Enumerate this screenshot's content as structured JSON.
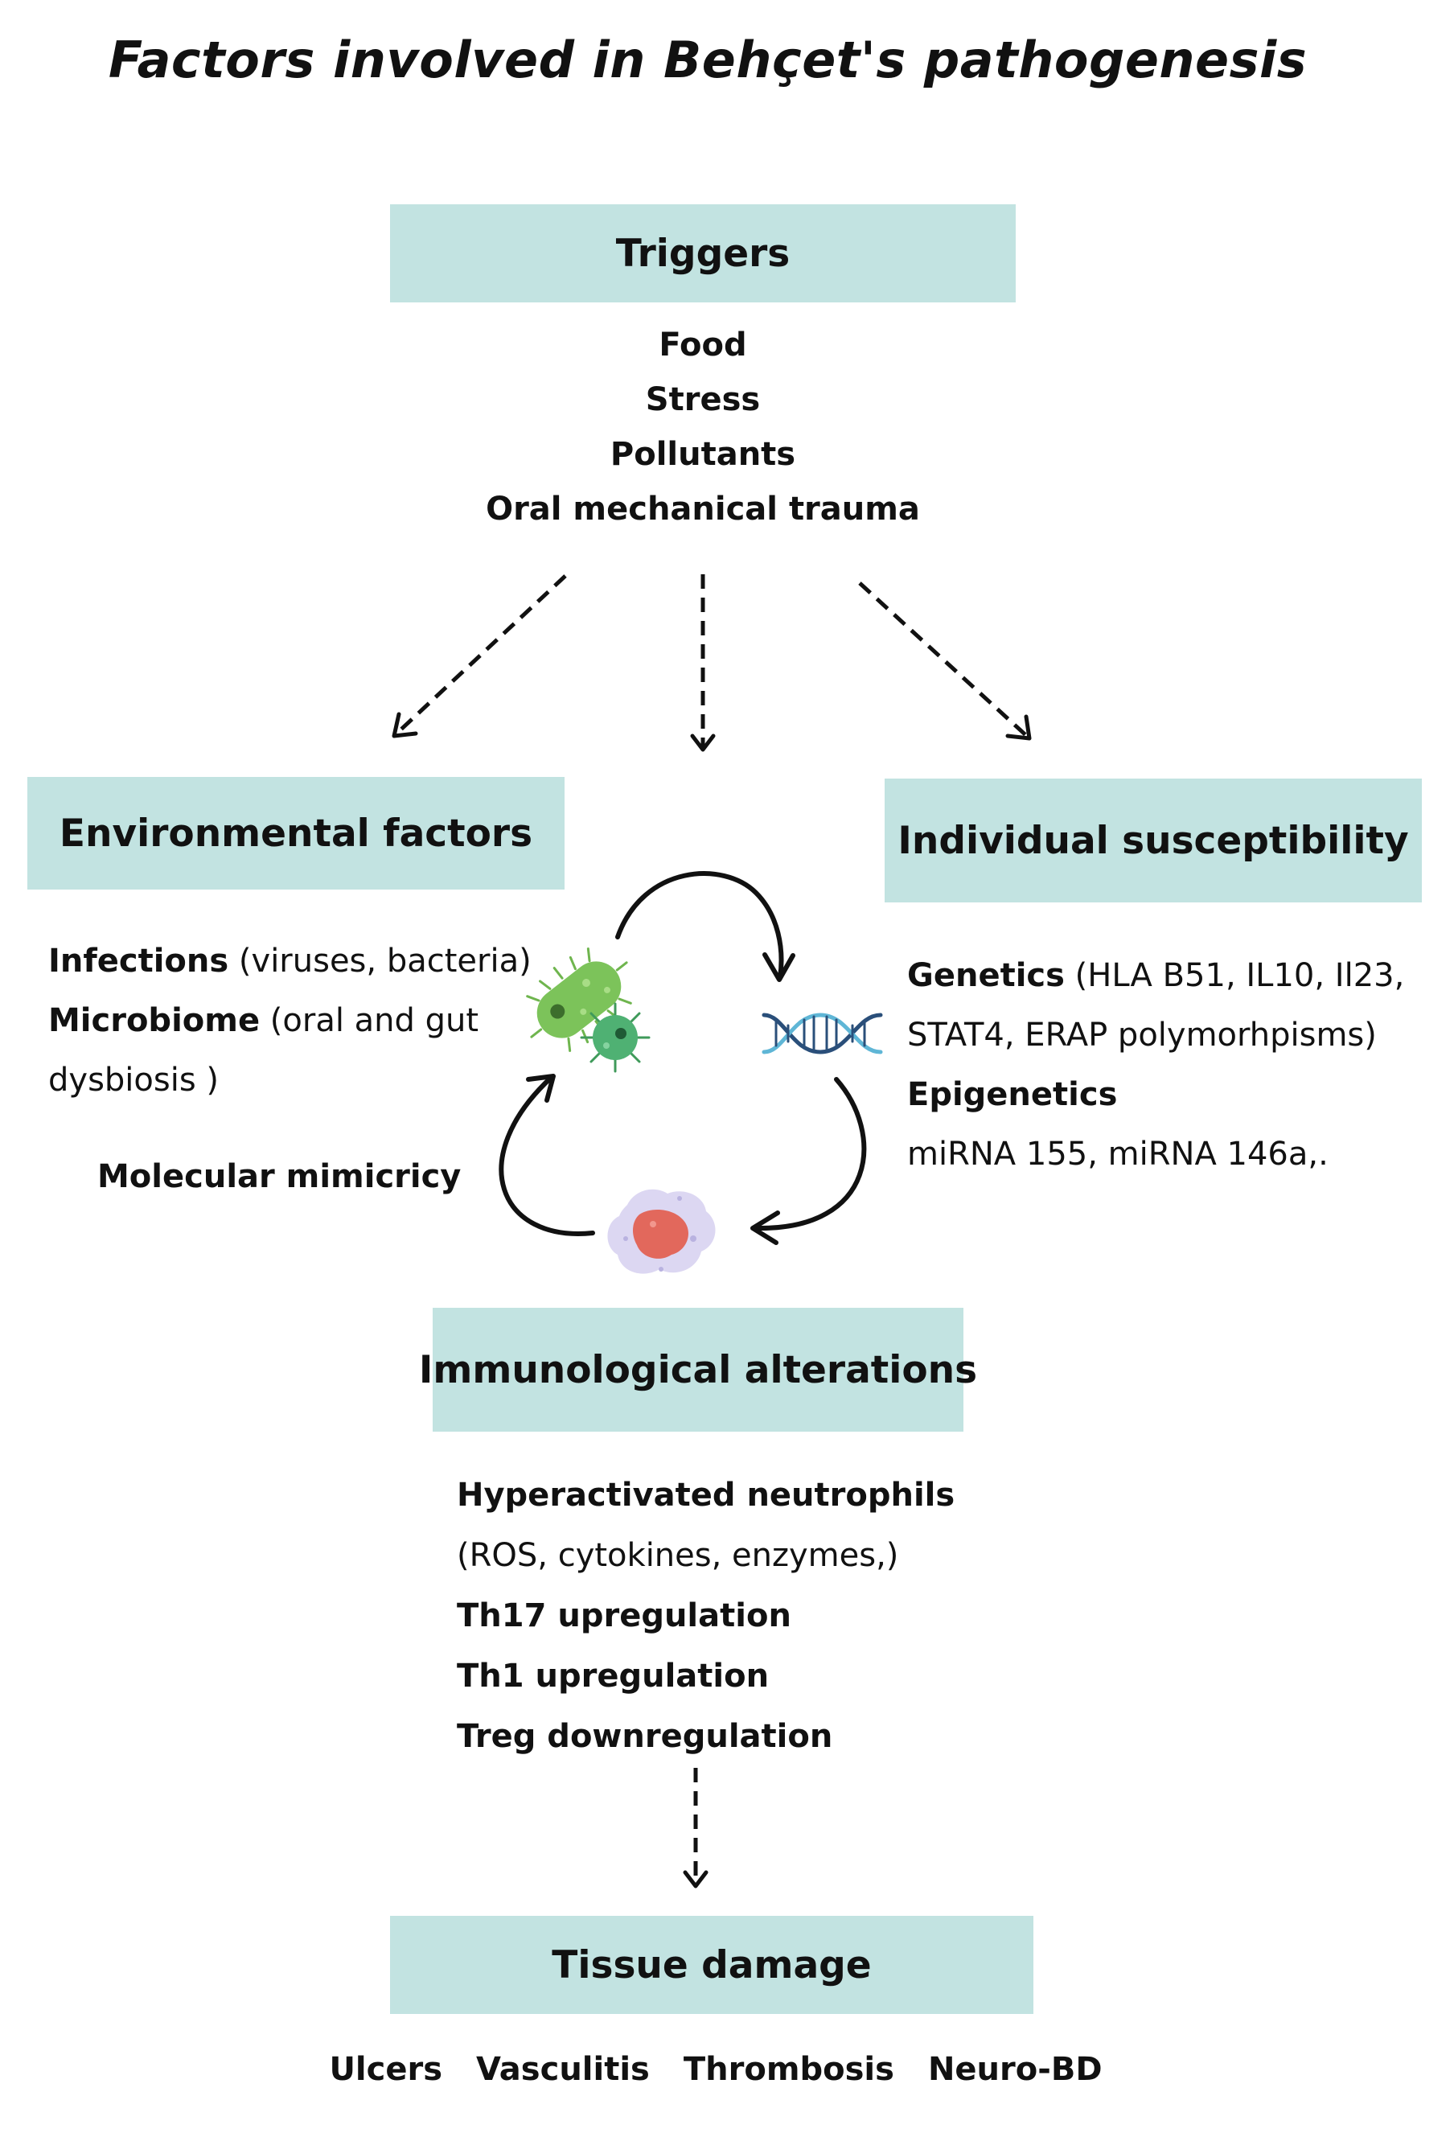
{
  "title": "Factors involved in Behçet's pathogenesis",
  "triggers": {
    "heading": "Triggers",
    "items": [
      "Food",
      "Stress",
      "Pollutants",
      "Oral mechanical trauma"
    ]
  },
  "environmental": {
    "heading": "Environmental factors",
    "infections_label": "Infections",
    "infections_detail": " (viruses, bacteria)",
    "microbiome_label": "Microbiome",
    "microbiome_detail": " (oral and gut",
    "microbiome_detail_cont": "dysbiosis )",
    "mimicry": "Molecular mimicricy"
  },
  "individual": {
    "heading": "Individual susceptibility",
    "genetics_label": "Genetics",
    "genetics_detail": " (HLA B51, IL10, Il23,",
    "genetics_detail_cont": "STAT4, ERAP polymorhpisms)",
    "epigenetics_label": "Epigenetics",
    "epigenetics_detail": "miRNA 155, miRNA 146a,."
  },
  "immunological": {
    "heading": "Immunological alterations",
    "items": [
      {
        "text": "Hyperactivated neutrophils",
        "bold": true
      },
      {
        "text": "(ROS, cytokines, enzymes,)",
        "bold": false
      },
      {
        "text": "Th17 upregulation",
        "bold": true
      },
      {
        "text": "Th1 upregulation",
        "bold": true
      },
      {
        "text": "Treg downregulation",
        "bold": true
      }
    ]
  },
  "tissue": {
    "heading": "Tissue damage",
    "outcomes": [
      "Ulcers",
      "Vasculitis",
      "Thrombosis",
      "Neuro-BD"
    ]
  },
  "icons": [
    "bacteria-icon",
    "dna-icon",
    "immune-cell-icon"
  ],
  "colors": {
    "box_fill": "#c2e3e1",
    "bacteria": "#7cc35a",
    "dna_dark": "#2a4f7a",
    "dna_light": "#5fb6d6",
    "cell_nucleus": "#e2685c",
    "cell_body": "#d8d4ef"
  }
}
